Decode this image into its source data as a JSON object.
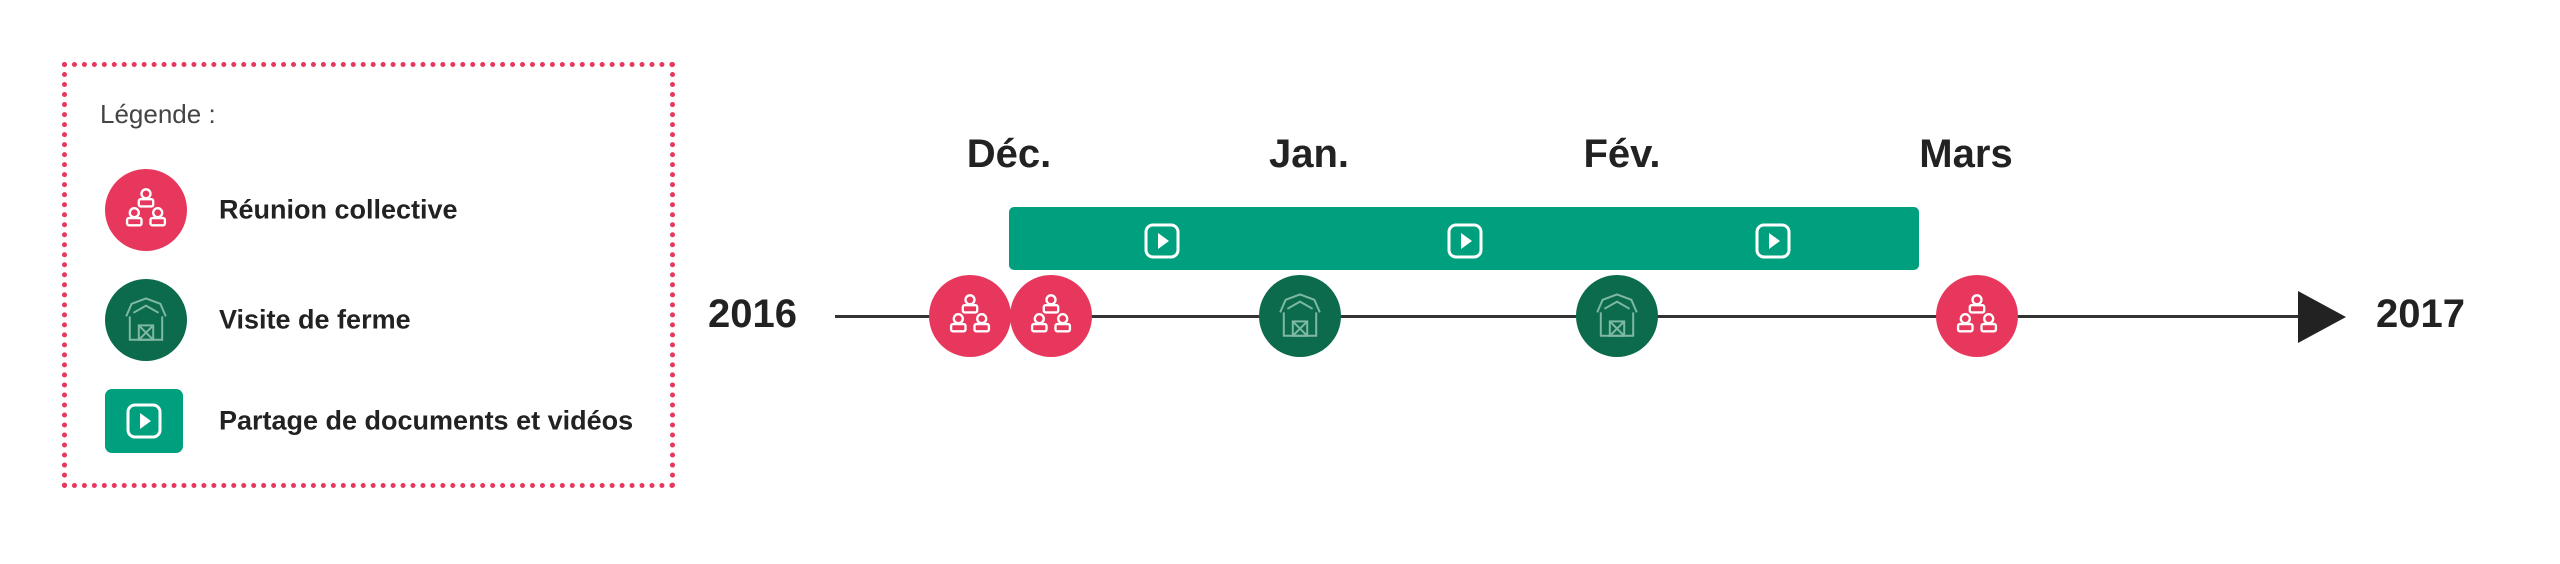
{
  "legend": {
    "title": "Légende :",
    "items": [
      {
        "icon": "people-group-icon",
        "label": "Réunion collective",
        "color": "#e8375c"
      },
      {
        "icon": "barn-icon",
        "label": "Visite de ferme",
        "color": "#0b6b4c"
      },
      {
        "icon": "play-icon",
        "label": "Partage de documents et vidéos",
        "color": "#00a07f"
      }
    ]
  },
  "timeline": {
    "start_year": "2016",
    "end_year": "2017",
    "months": [
      "Déc.",
      "Jan.",
      "Fév.",
      "Mars"
    ],
    "events": [
      {
        "type": "Réunion collective",
        "icon": "people-group-icon"
      },
      {
        "type": "Réunion collective",
        "icon": "people-group-icon"
      },
      {
        "type": "Visite de ferme",
        "icon": "barn-icon"
      },
      {
        "type": "Visite de ferme",
        "icon": "barn-icon"
      },
      {
        "type": "Réunion collective",
        "icon": "people-group-icon"
      }
    ],
    "sharing_period": {
      "type": "Partage de documents et vidéos",
      "icon": "play-icon",
      "from": "Déc.",
      "to": "Mars"
    }
  },
  "colors": {
    "pink": "#e8375c",
    "dark_green": "#0b6b4c",
    "teal": "#00a07f",
    "axis": "#222222"
  }
}
